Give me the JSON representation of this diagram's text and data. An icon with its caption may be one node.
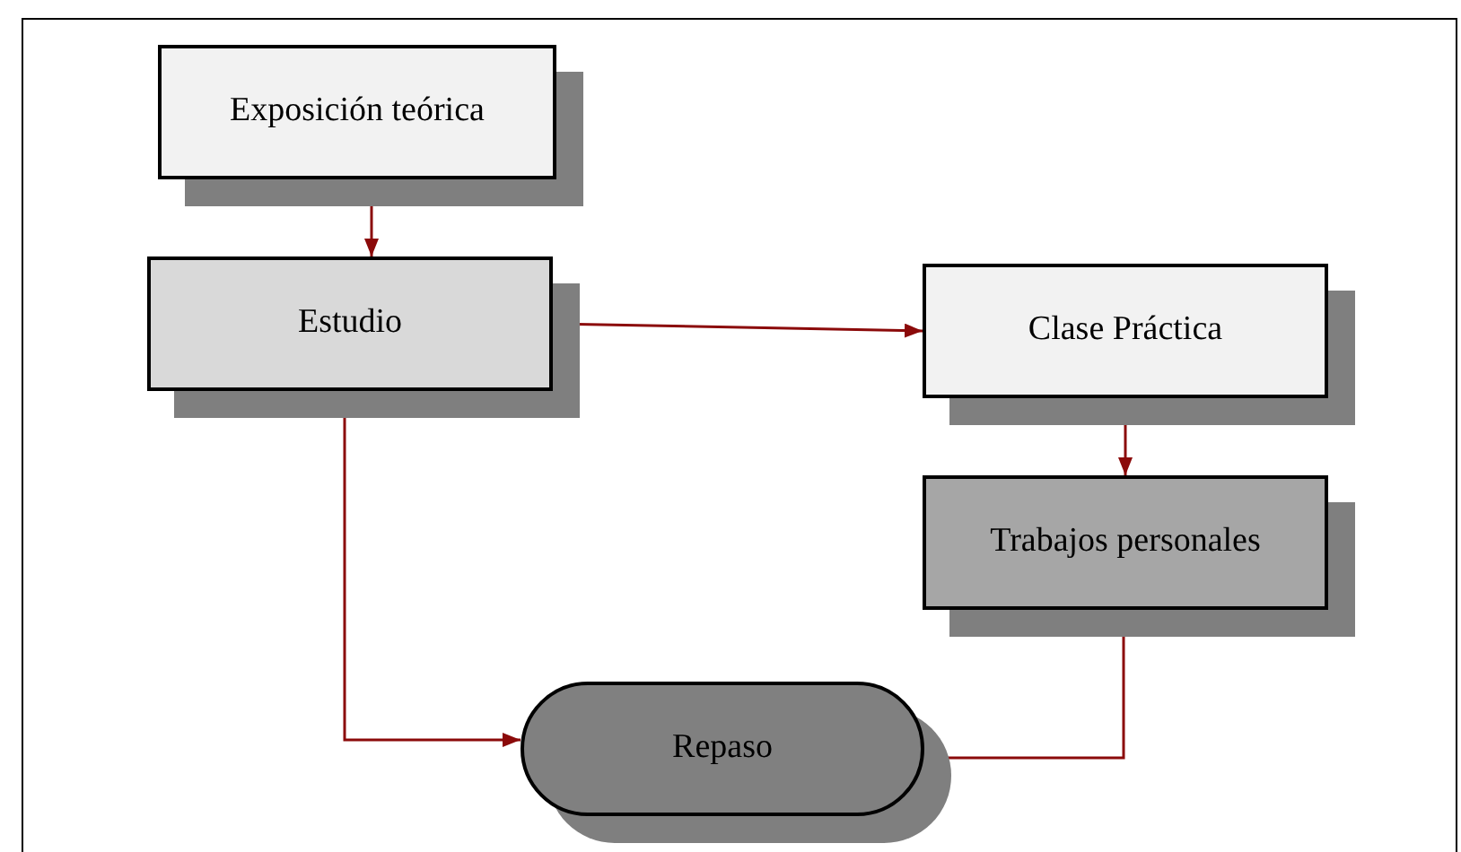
{
  "diagram": {
    "nodes": [
      {
        "text": [
          "Exposición teórica"
        ]
      },
      {
        "text": [
          "Estudio"
        ]
      },
      {
        "text": [
          "Clase Práctica"
        ]
      },
      {
        "text": [
          "Trabajos personales"
        ]
      },
      {
        "text": [
          "Repaso"
        ]
      }
    ],
    "edges": [
      {
        "from": 0,
        "to": 1,
        "arrow": "to"
      },
      {
        "from": 1,
        "to": 2,
        "arrow": "to"
      },
      {
        "from": 2,
        "to": 3,
        "arrow": "to"
      },
      {
        "from": 1,
        "to": 4,
        "arrow": "to"
      },
      {
        "from": 3,
        "to": 4,
        "arrow": "to"
      }
    ]
  }
}
